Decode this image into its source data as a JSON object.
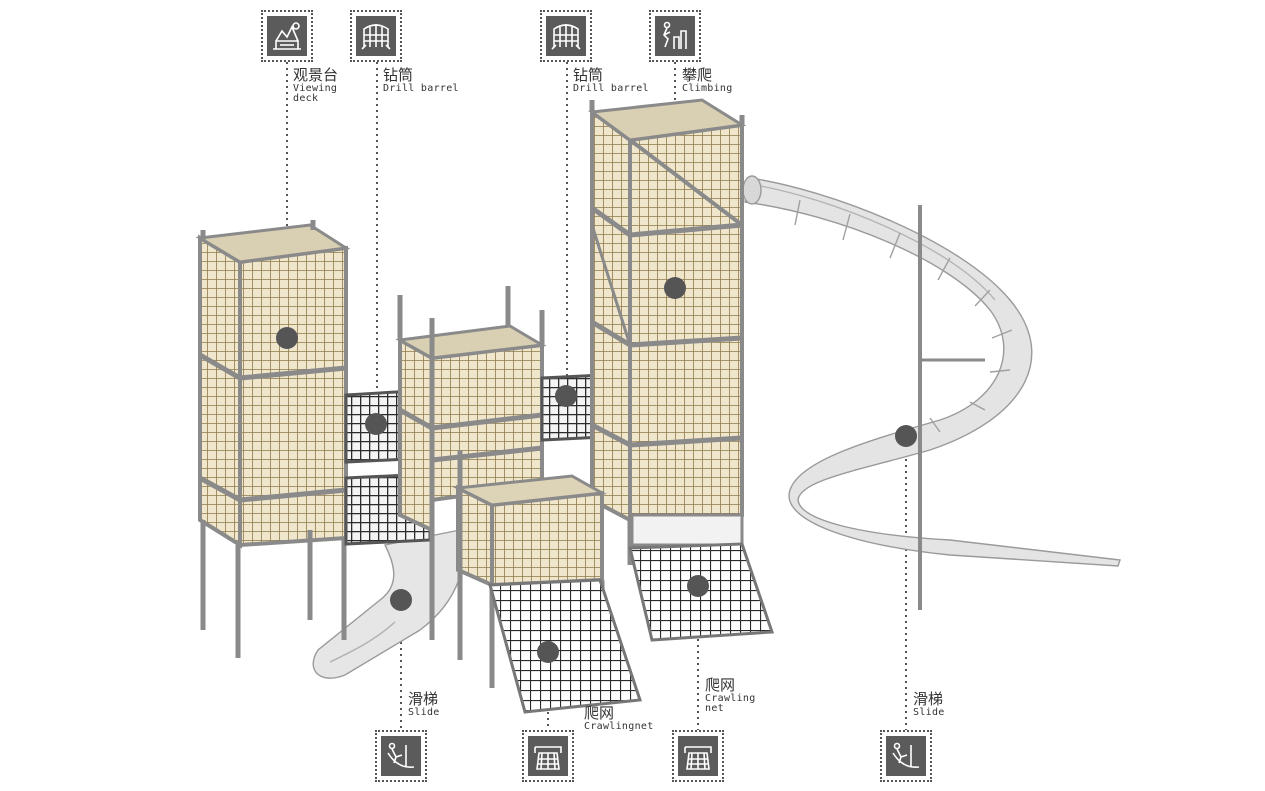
{
  "labels": {
    "viewing_deck": {
      "zh": "观景台",
      "en": "Viewing deck",
      "icon": "viewing-deck-icon"
    },
    "drill_barrel_1": {
      "zh": "钻筒",
      "en": "Drill barrel",
      "icon": "drill-barrel-icon"
    },
    "drill_barrel_2": {
      "zh": "钻筒",
      "en": "Drill barrel",
      "icon": "drill-barrel-icon"
    },
    "climbing": {
      "zh": "攀爬",
      "en": "Climbing",
      "icon": "climbing-icon"
    },
    "slide_1": {
      "zh": "滑梯",
      "en": "Slide",
      "icon": "slide-icon"
    },
    "crawling_net_1": {
      "zh": "爬网",
      "en": "Crawlingnet",
      "icon": "crawling-net-icon"
    },
    "crawling_net_2": {
      "zh": "爬网",
      "en": "Crawling net",
      "icon": "crawling-net-icon"
    },
    "slide_2": {
      "zh": "滑梯",
      "en": "Slide",
      "icon": "slide-icon"
    }
  },
  "colors": {
    "frame": "#8a8a8a",
    "mesh": "#b8a882",
    "mesh_dark": "#2f2f2f",
    "slide": "#e2e2e2",
    "icon_bg": "#5b5b5b",
    "marker": "#555555"
  }
}
